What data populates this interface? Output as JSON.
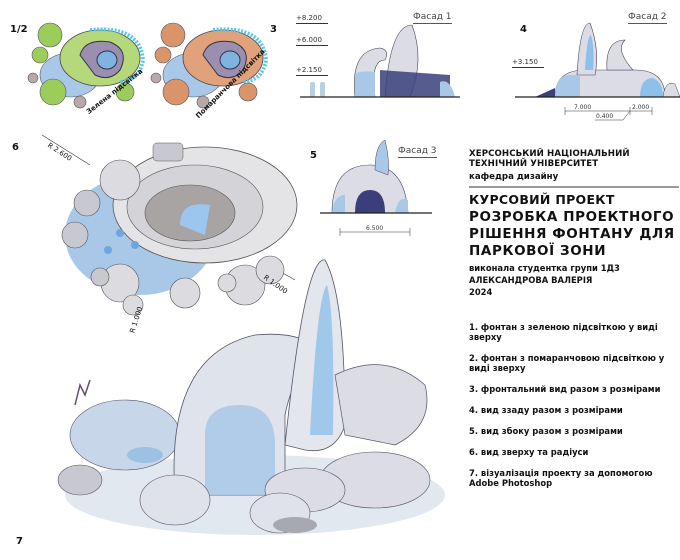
{
  "labels": {
    "n12": "1/2",
    "n3": "3",
    "n4": "4",
    "n5": "5",
    "n6": "6",
    "n7": "7",
    "green_light": "Зелена підсвітка",
    "orange_light": "Помаранчова підсвітка"
  },
  "facade1": {
    "title": "Фасад 1",
    "levels": [
      "+8.200",
      "+6.000",
      "+2.150"
    ]
  },
  "facade2": {
    "title": "Фасад 2",
    "level": "+3.150",
    "dims": [
      "7.000",
      "2.000",
      "0.400"
    ]
  },
  "facade3": {
    "title": "Фасад 3",
    "dim": "6.500"
  },
  "plan": {
    "radii": [
      "R 2.600",
      "R 1.000",
      "R 1.000"
    ]
  },
  "title_block": {
    "university": "ХЕРСОНСЬКИЙ НАЦІОНАЛЬНИЙ ТЕХНІЧНИЙ УНІВЕРСИТЕТ",
    "department": "кафедра дизайну",
    "project_type": "КУРСОВИЙ ПРОЕКТ",
    "topic": [
      "РОЗРОБКА ПРОЕКТНОГО",
      "РІШЕННЯ ФОНТАНУ ДЛЯ",
      "ПАРКОВОЇ ЗОНИ"
    ],
    "author_line": "виконала студентка групи 1Д3",
    "author": "АЛЕКСАНДРОВА ВАЛЕРІЯ",
    "year": "2024"
  },
  "legend": [
    "1. фонтан з зеленою підсвіткою у виді зверху",
    "2. фонтан з помаранчовою підсвіткою у виді зверху",
    "3. фронтальний вид разом з розмірами",
    "4. вид ззаду разом з розмірами",
    "5. вид збоку разом з розмірами",
    "6. вид зверху та радіуси",
    "7. візуалізація проекту за допомогою Adobe Photoshop"
  ],
  "colors": {
    "water": "#a9c8e8",
    "green": "#9ccc5a",
    "orange": "#d9946a",
    "stone": "#d8d8dc",
    "navy": "#3a3f7a"
  }
}
